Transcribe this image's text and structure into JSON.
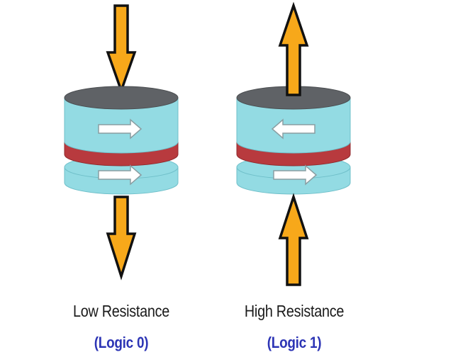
{
  "cells": [
    {
      "state": "parallel",
      "title": "Low Resistance",
      "logic": "(Logic 0)",
      "current_direction": "down",
      "free_layer_direction": "right",
      "fixed_layer_direction": "right"
    },
    {
      "state": "antiparallel",
      "title": "High Resistance",
      "logic": "(Logic 1)",
      "current_direction": "up",
      "free_layer_direction": "left",
      "fixed_layer_direction": "right"
    }
  ],
  "colors": {
    "cap": "#5f6266",
    "layer": "#93dbe3",
    "layer_dark": "#6fbfc9",
    "barrier": "#b83a3e",
    "barrier_dark": "#8f2a2d",
    "arrow_fill": "#f7a81a",
    "arrow_outline": "#111111",
    "logic_text": "#2d35b5"
  }
}
